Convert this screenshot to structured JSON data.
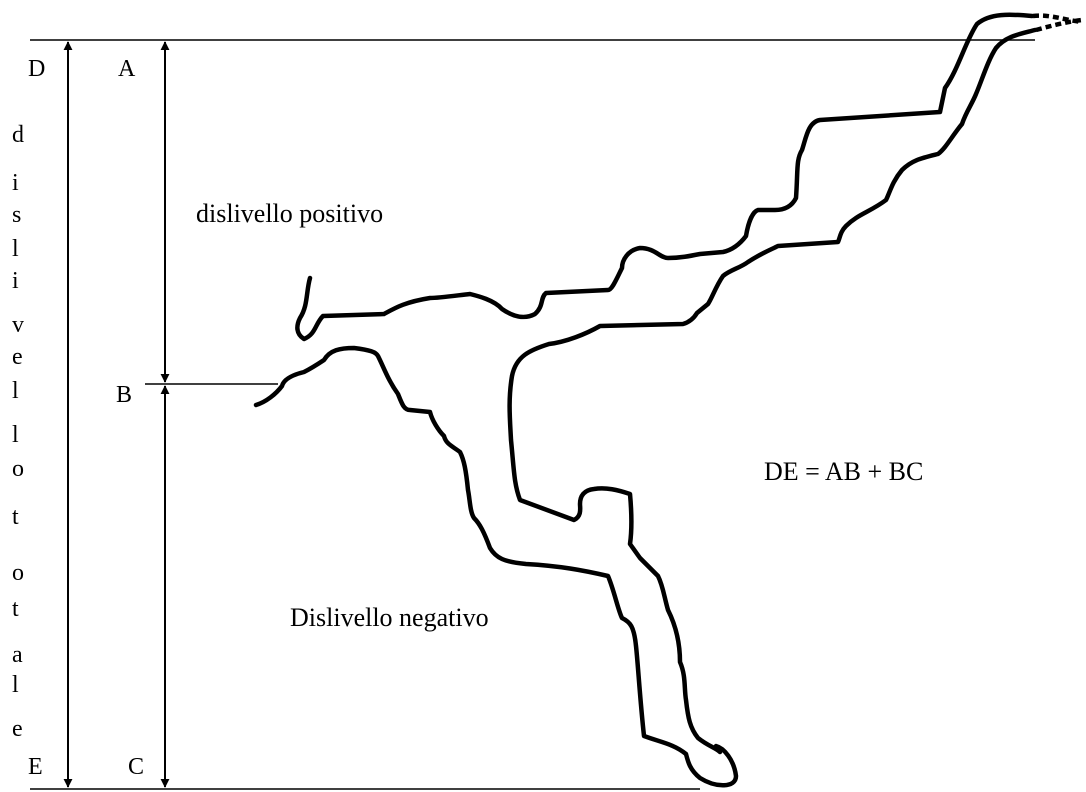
{
  "labels": {
    "d": "D",
    "a": "A",
    "b": "B",
    "c": "C",
    "e": "E"
  },
  "texts": {
    "positive": "dislivello positivo",
    "negative": "Dislivello negativo",
    "formula": "DE = AB + BC",
    "total_vertical": [
      "d",
      "i",
      "s",
      "l",
      "i",
      "v",
      "e",
      "l",
      "l",
      "o",
      "t",
      "o",
      "t",
      "a",
      "l",
      "e"
    ]
  },
  "colors": {
    "line": "#000000",
    "background": "#ffffff"
  }
}
